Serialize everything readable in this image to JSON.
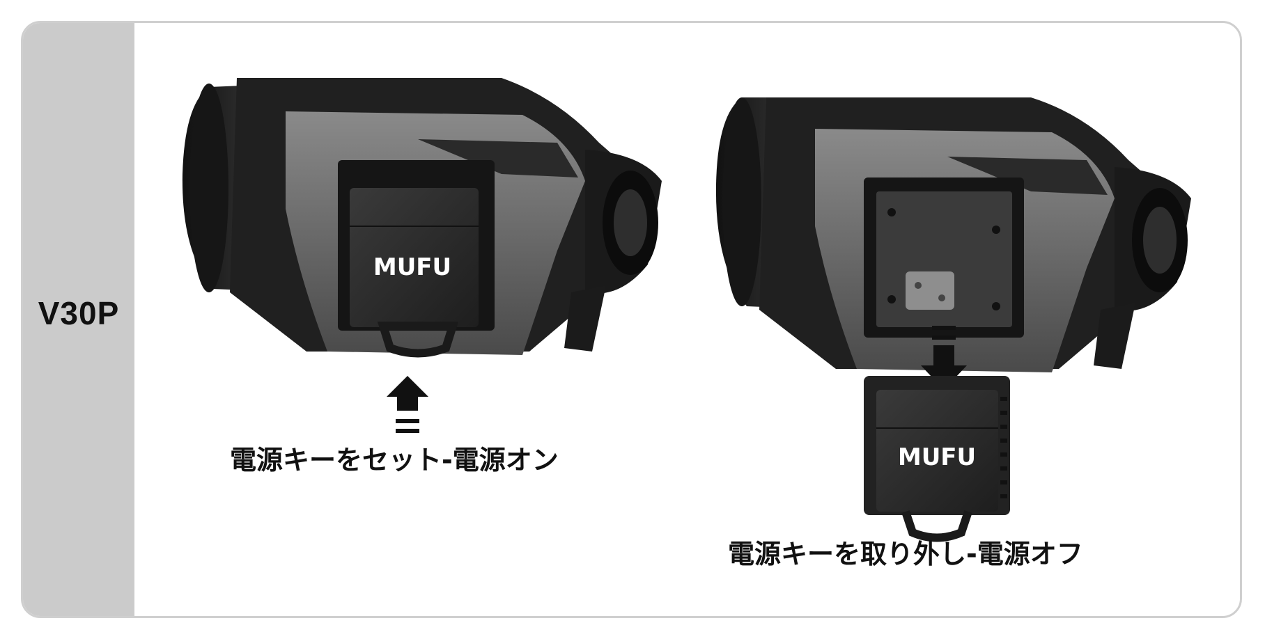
{
  "model_label": "V30P",
  "captions": {
    "insert_key": "電源キーをセット-電源オン",
    "remove_key": "電源キーを取り外し-電源オフ"
  },
  "logo_text": "MUFU",
  "colors": {
    "sidebar": "#cbcbcb",
    "border": "#cfcfcf",
    "body_dark": "#1c1c1c",
    "body_gray": "#6b6b6b",
    "text": "#111111"
  },
  "icons": {
    "up_arrow": "arrow-up-with-bars-icon",
    "down_arrow": "arrow-down-with-bars-icon"
  }
}
